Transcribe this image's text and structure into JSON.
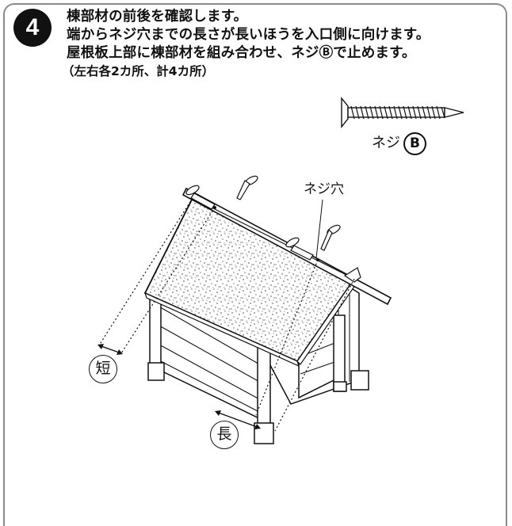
{
  "step": {
    "number": "4",
    "lines": [
      "棟部材の前後を確認します。",
      "端からネジ穴までの長さが長いほうを入口側に向けます。",
      "屋根板上部に棟部材を組み合わせ、ネジⒷで止めます。"
    ],
    "note": "（左右各2カ所、計4カ所）"
  },
  "screw_reference": {
    "label": "ネジ",
    "letter": "B",
    "icon": "screw-icon"
  },
  "callouts": {
    "screw_hole": "ネジ穴",
    "short": "短",
    "long": "長"
  }
}
